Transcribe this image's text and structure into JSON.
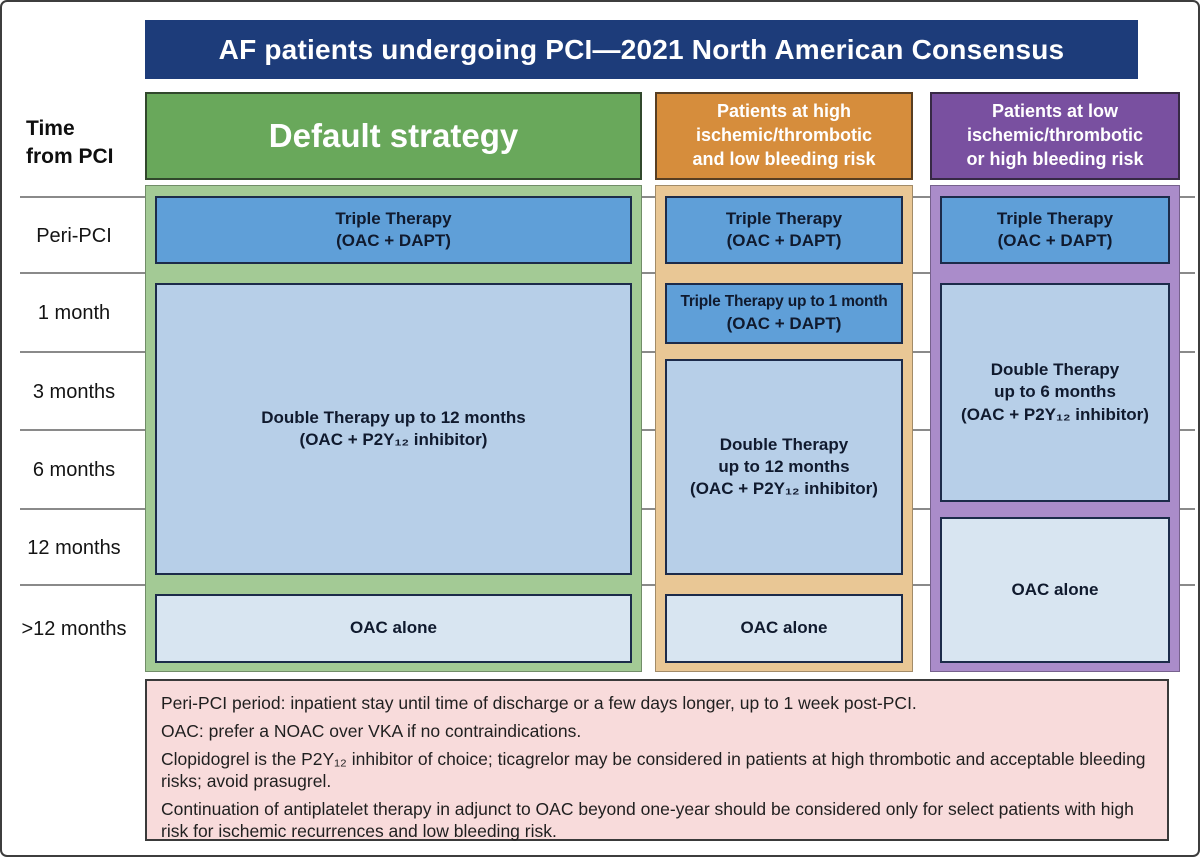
{
  "title": "AF patients undergoing PCI—2021 North American Consensus",
  "time_axis": {
    "header_lines": [
      "Time",
      "from PCI"
    ],
    "labels": [
      "Peri-PCI",
      "1 month",
      "3 months",
      "6 months",
      "12 months",
      ">12 months"
    ]
  },
  "columns": [
    {
      "key": "default-strategy",
      "header_lines": [
        "Default strategy"
      ],
      "boxes": [
        {
          "name": "triple-therapy",
          "lines": [
            "Triple Therapy",
            "(OAC + DAPT)"
          ]
        },
        {
          "name": "double-therapy",
          "lines": [
            "Double Therapy up to 12 months",
            "(OAC + P2Y₁₂ inhibitor)"
          ]
        },
        {
          "name": "oac-alone",
          "lines": [
            "OAC alone"
          ]
        }
      ]
    },
    {
      "key": "high-ischemic-low-bleeding",
      "header_lines": [
        "Patients at high",
        "ischemic/thrombotic",
        "and low bleeding risk"
      ],
      "boxes": [
        {
          "name": "triple-therapy",
          "lines": [
            "Triple Therapy",
            "(OAC + DAPT)"
          ]
        },
        {
          "name": "triple-therapy-up-to-1-month",
          "lines": [
            "Triple Therapy up to 1 month",
            "(OAC + DAPT)"
          ]
        },
        {
          "name": "double-therapy",
          "lines": [
            "Double Therapy",
            "up to 12 months",
            "(OAC + P2Y₁₂ inhibitor)"
          ]
        },
        {
          "name": "oac-alone",
          "lines": [
            "OAC alone"
          ]
        }
      ]
    },
    {
      "key": "low-ischemic-high-bleeding",
      "header_lines": [
        "Patients at low",
        "ischemic/thrombotic",
        "or high bleeding risk"
      ],
      "boxes": [
        {
          "name": "triple-therapy",
          "lines": [
            "Triple Therapy",
            "(OAC + DAPT)"
          ]
        },
        {
          "name": "double-therapy",
          "lines": [
            "Double Therapy",
            "up to 6 months",
            "(OAC + P2Y₁₂ inhibitor)"
          ]
        },
        {
          "name": "oac-alone",
          "lines": [
            "OAC alone"
          ]
        }
      ]
    }
  ],
  "footnotes": [
    "Peri-PCI period: inpatient stay until time of discharge or a few days longer, up to 1 week post-PCI.",
    "OAC: prefer a NOAC over VKA if no contraindications.",
    "Clopidogrel is the P2Y₁₂ inhibitor of choice; ticagrelor may be considered in patients at high thrombotic and acceptable bleeding risks; avoid prasugrel.",
    "Continuation of antiplatelet therapy in adjunct to OAC beyond one-year should be considered only for select patients with high risk for ischemic recurrences and low bleeding risk."
  ],
  "colors": {
    "title_bg": "#1d3c7a",
    "default_header": "#69a85b",
    "default_body": "#a3ca95",
    "high_risk_header": "#d68d3c",
    "high_risk_body": "#e9c795",
    "low_risk_header": "#7950a0",
    "low_risk_body": "#aa8cca",
    "triple_therapy_box": "#5f9fd8",
    "double_therapy_box": "#b7cfe8",
    "oac_alone_box": "#d8e5f1",
    "footnote_bg": "#f8dbdb"
  }
}
